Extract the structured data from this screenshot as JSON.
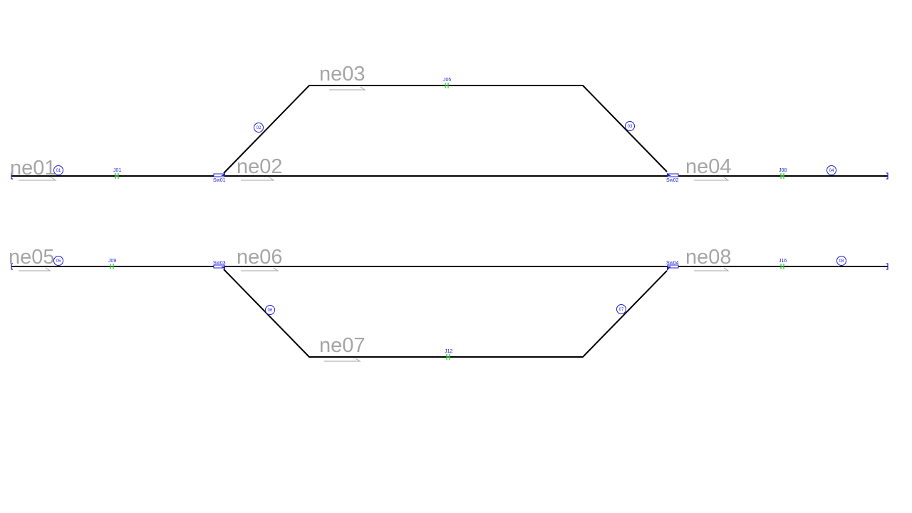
{
  "diagram": {
    "netelements": [
      {
        "id": "ne01",
        "label": "ne01"
      },
      {
        "id": "ne02",
        "label": "ne02"
      },
      {
        "id": "ne03",
        "label": "ne03"
      },
      {
        "id": "ne04",
        "label": "ne04"
      },
      {
        "id": "ne05",
        "label": "ne05"
      },
      {
        "id": "ne06",
        "label": "ne06"
      },
      {
        "id": "ne07",
        "label": "ne07"
      },
      {
        "id": "ne08",
        "label": "ne08"
      }
    ],
    "joints": [
      "J01",
      "J05",
      "J08",
      "J09",
      "J12",
      "J16"
    ],
    "switches": [
      "Sw01",
      "Sw02",
      "Sw03",
      "Sw04"
    ],
    "signals": [
      "01",
      "02",
      "03",
      "04",
      "05",
      "06",
      "07",
      "08"
    ],
    "colors": {
      "track": "#000000",
      "netelement_label": "#a6a6a6",
      "annotation": "#1f1fd6",
      "joint": "#22cc22"
    }
  }
}
